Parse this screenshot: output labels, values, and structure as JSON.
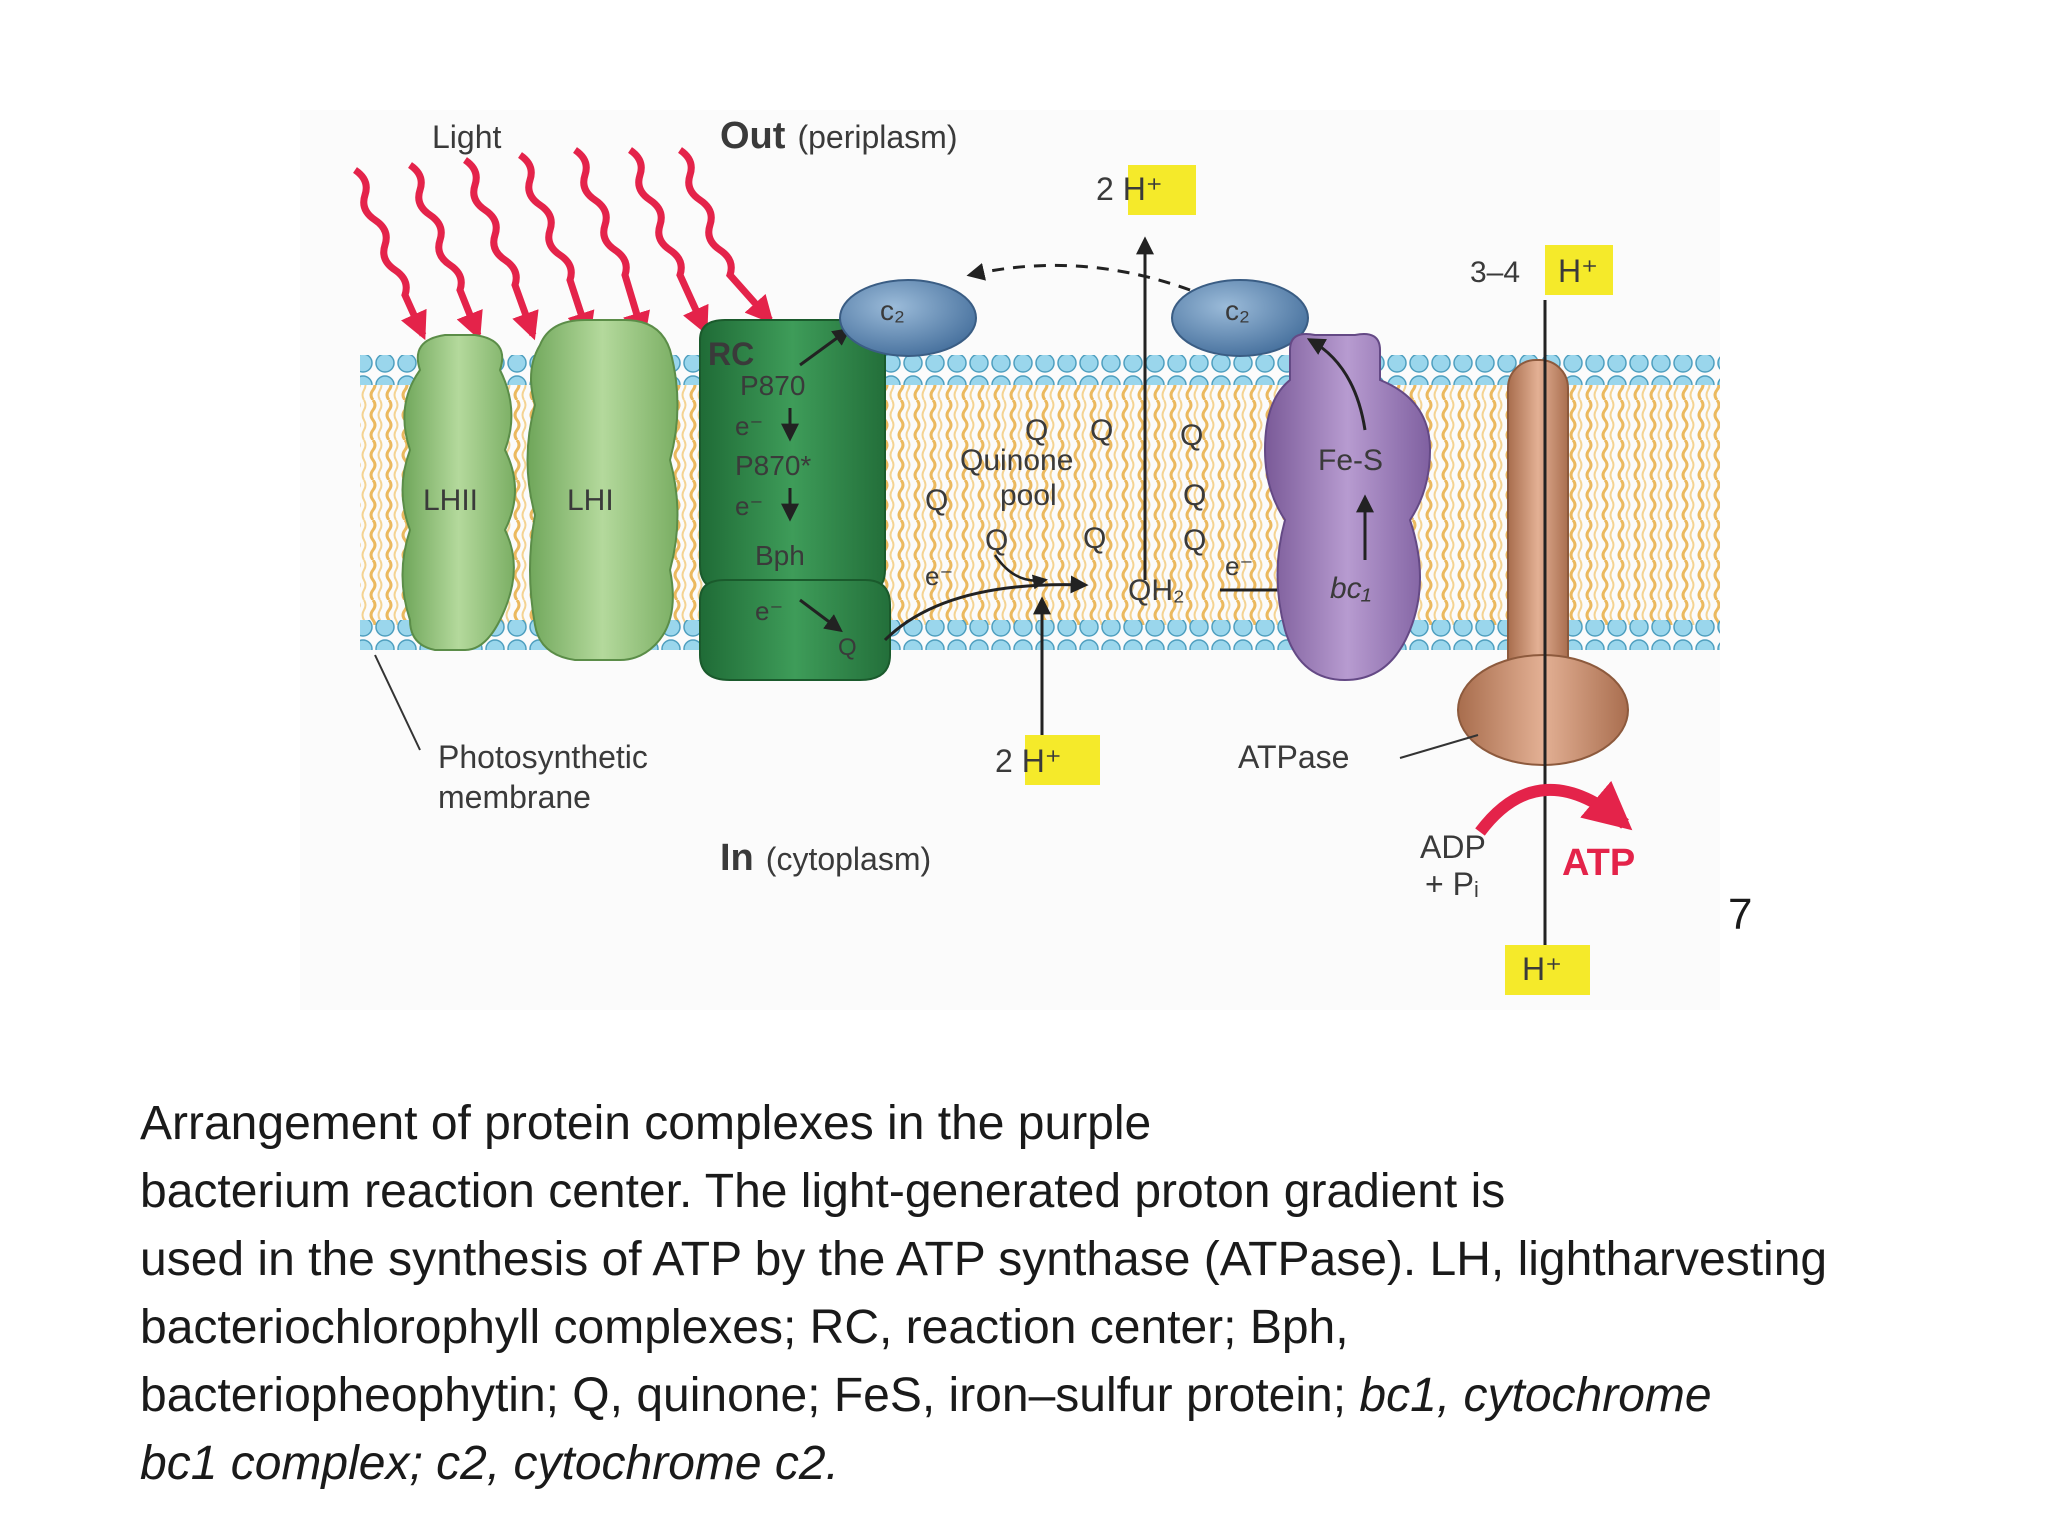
{
  "diagram": {
    "light": "Light",
    "out_bold": "Out",
    "out_rest": "(periplasm)",
    "in_bold": "In",
    "in_rest": "(cytoplasm)",
    "proton_top": "2 H⁺",
    "proton_right_prefix": "3–4",
    "proton_right": "H⁺",
    "proton_bottom_mid": "2 H⁺",
    "proton_exit": "H⁺",
    "lhii": "LHII",
    "lhi": "LHI",
    "rc": "RC",
    "p870": "P870",
    "p870_star": "P870*",
    "electron": "e⁻",
    "bph": "Bph",
    "q": "Q",
    "quinone": "Quinone",
    "pool": "pool",
    "qh2": "QH₂",
    "c2": "c₂",
    "fes": "Fe-S",
    "bc1": "bc₁",
    "atpase": "ATPase",
    "adp": "ADP",
    "pi": "+ Pᵢ",
    "atp": "ATP",
    "membrane_1": "Photosynthetic",
    "membrane_2": "membrane"
  },
  "slide_number": "7",
  "caption": {
    "line1": "Arrangement of protein complexes in the purple",
    "line2": "bacterium reaction center. The light-generated proton gradient is",
    "line3": "used in the synthesis of ATP by the ATP synthase (ATPase). LH, lightharvesting",
    "line4": "bacteriochlorophyll complexes; RC, reaction center; Bph,",
    "line5_plain": "bacteriopheophytin; Q, quinone; FeS, iron–sulfur protein;",
    "line5_italic": "bc1, cytochrome",
    "line6_italic": "bc1 complex; c2, cytochrome c2."
  },
  "colors": {
    "light_arrows": "#e4234a",
    "membrane_heads": "#8fd0e8",
    "membrane_tails": "#f3c46a",
    "lh_green": "#9cc983",
    "rc_green": "#2f8a4a",
    "cytochrome_blue": "#5e86b2",
    "bc1_purple": "#9a7bb6",
    "atpase_tan": "#c58e6c",
    "proton_highlight": "#f5ea2a",
    "atp_red": "#e4234a"
  }
}
